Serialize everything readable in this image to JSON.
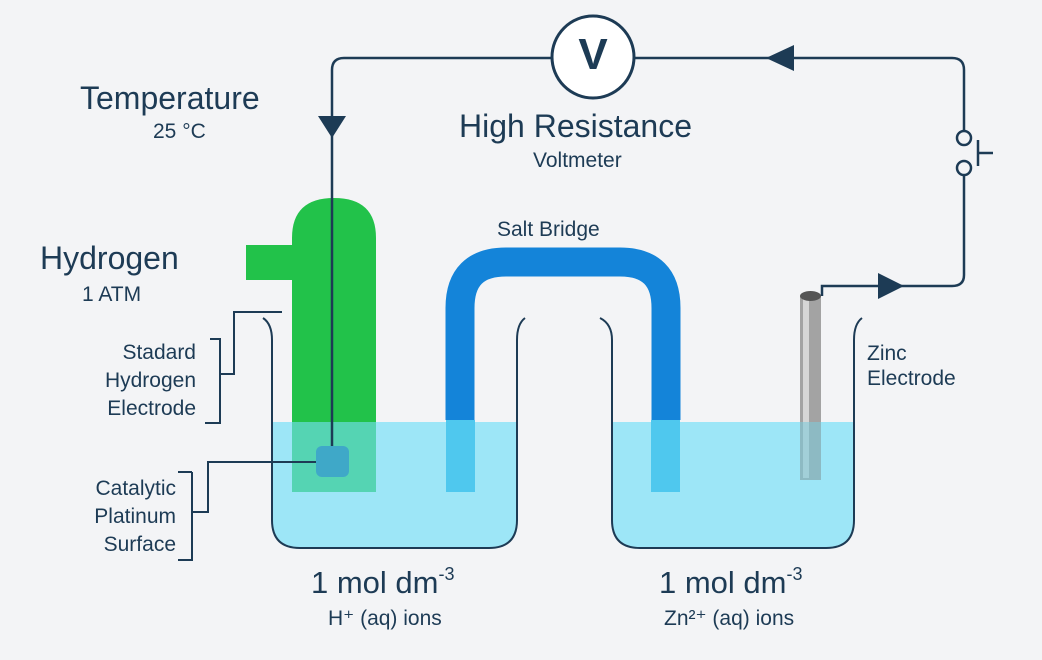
{
  "voltmeter": {
    "symbol": "V",
    "title": "High Resistance",
    "subtitle": "Voltmeter"
  },
  "temperature": {
    "title": "Temperature",
    "value": "25 °C"
  },
  "hydrogen": {
    "title": "Hydrogen",
    "pressure": "1 ATM"
  },
  "labels": {
    "she_line1": "Stadard",
    "she_line2": "Hydrogen",
    "she_line3": "Electrode",
    "cat_line1": "Catalytic",
    "cat_line2": "Platinum",
    "cat_line3": "Surface",
    "salt_bridge": "Salt Bridge",
    "zinc_line1": "Zinc",
    "zinc_line2": "Electrode"
  },
  "left_solution": {
    "conc": "1 mol dm",
    "exp": "-3",
    "ions": "H⁺ (aq) ions"
  },
  "right_solution": {
    "conc": "1 mol dm",
    "exp": "-3",
    "ions": "Zn²⁺ (aq) ions"
  },
  "colors": {
    "background": "#f3f4f6",
    "wire": "#1d3b55",
    "hydrogen_electrode": "#22c24a",
    "salt_bridge": "#1484d9",
    "solution": "#9de6f7",
    "platinum": "#3fa8c8",
    "zinc_rod": "#9b9b9b"
  }
}
